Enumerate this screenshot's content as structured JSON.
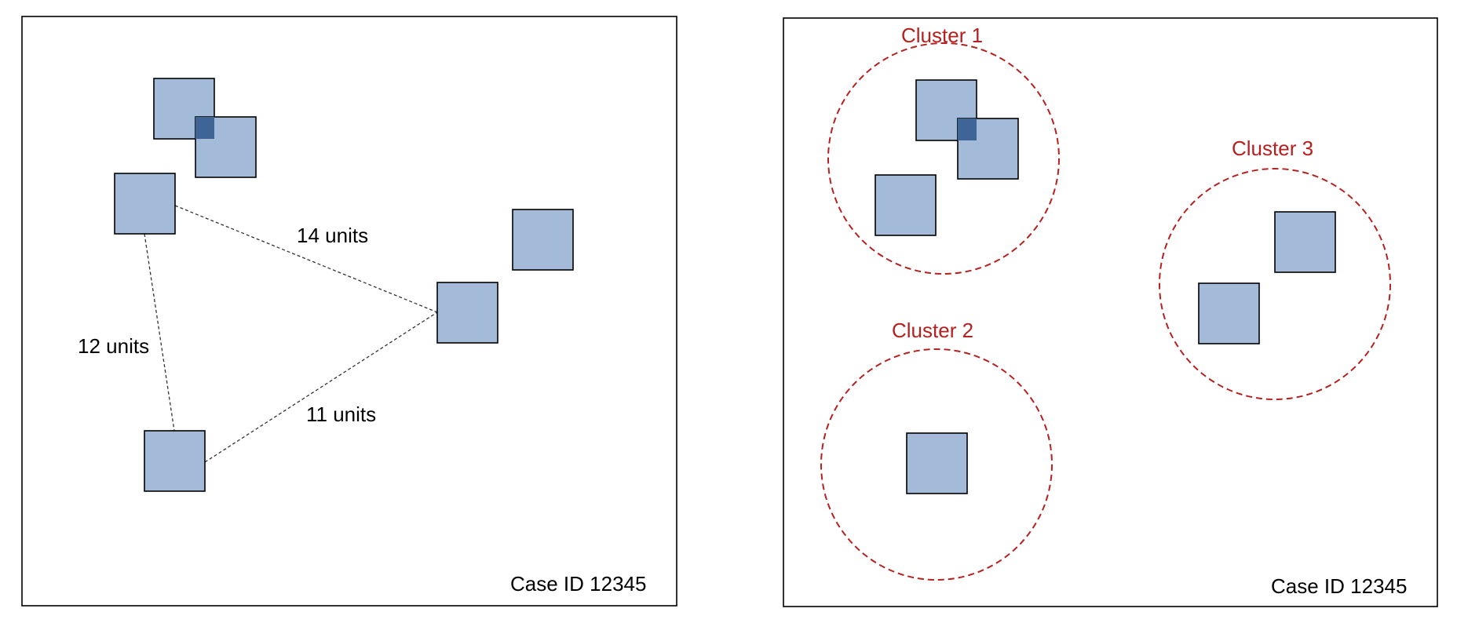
{
  "colors": {
    "box_fill": "#a3bbd9",
    "overlap_fill": "#3f6496",
    "cluster_color": "#b52020"
  },
  "left_panel": {
    "distance_labels": {
      "d1": "14 units",
      "d2": "12 units",
      "d3": "11 units"
    },
    "case_id": "Case ID 12345"
  },
  "right_panel": {
    "clusters": [
      "Cluster 1",
      "Cluster 2",
      "Cluster 3"
    ],
    "case_id": "Case ID 12345"
  }
}
